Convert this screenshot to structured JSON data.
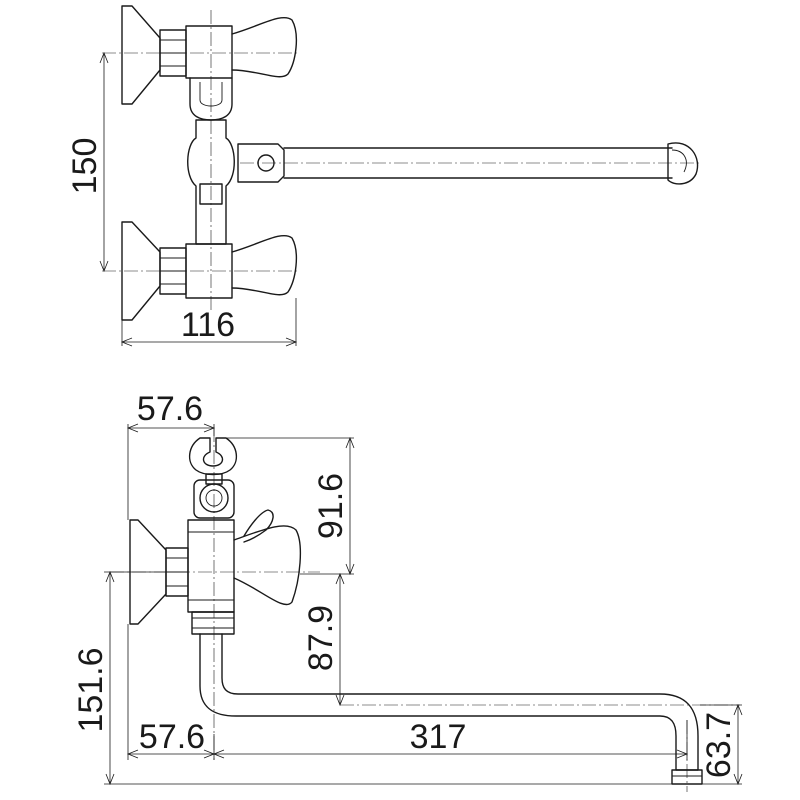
{
  "dimensions": {
    "front_height": "150",
    "front_width": "116",
    "side_top_offset": "57.6",
    "side_holder_height": "91.6",
    "side_spout_drop": "87.9",
    "side_total_height": "151.6",
    "side_bottom_offset": "57.6",
    "side_spout_length": "317",
    "side_spout_end_height": "63.7"
  }
}
